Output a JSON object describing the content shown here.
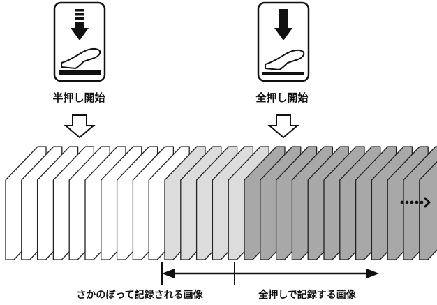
{
  "labels": {
    "half_press_start": "半押し開始",
    "full_press_start": "全押し開始",
    "pre_capture": "さかのぼって記録される画像",
    "post_capture": "全押しで記録する画像"
  },
  "icons": {
    "half_press": "half-press-shutter-icon",
    "full_press": "full-press-shutter-icon",
    "continuation": "dots-arrow-icon"
  },
  "frames": {
    "white_count": 10,
    "light_gray_count": 5,
    "dark_gray_count": 12,
    "colors": {
      "white": "#ffffff",
      "light_gray": "#dcdcdc",
      "dark_gray": "#a8a8a8",
      "stroke": "#222222"
    }
  }
}
